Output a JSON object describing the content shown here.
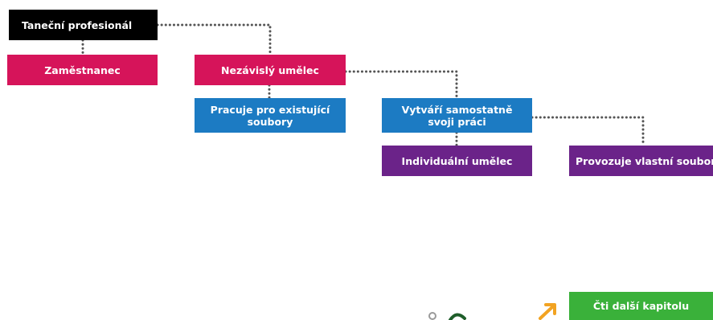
{
  "diagram": {
    "nodes": {
      "dance_professional": "Taneční profesionál",
      "employee": "Zaměstnanec",
      "independent_artist": "Nezávislý umělec",
      "works_for_existing": "Pracuje pro existující\nsoubory",
      "creates_own": "Vytváří samostatně\nsvoji práci",
      "individual_artist": "Individuální umělec",
      "runs_own_ensemble": "Provozuje vlastní soubor"
    },
    "colors": {
      "root": "#000000",
      "level1": "#d6145a",
      "level2": "#1c7bc3",
      "level3": "#6b2389",
      "cta": "#3ab13a",
      "connector": "#555555"
    }
  },
  "footer": {
    "next_chapter_label": "Čti další kapitolu"
  },
  "decorations": {
    "icons": [
      "figure-icon",
      "arrow-icon"
    ]
  }
}
